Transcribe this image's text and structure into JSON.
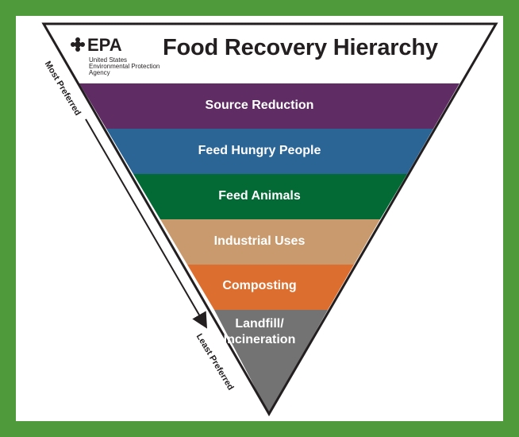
{
  "title": "Food Recovery Hierarchy",
  "logo": {
    "mark": "❀EPA",
    "lines": [
      "United States",
      "Environmental Protection",
      "Agency"
    ]
  },
  "axis": {
    "top": "Most Preferred",
    "bottom": "Least Preferred"
  },
  "tiers": [
    {
      "label": "Source Reduction",
      "color": "#5f2d64"
    },
    {
      "label": "Feed Hungry People",
      "color": "#2b6596"
    },
    {
      "label": "Feed Animals",
      "color": "#036a36"
    },
    {
      "label": "Industrial Uses",
      "color": "#c99a6d"
    },
    {
      "label": "Composting",
      "color": "#dc6e2f"
    },
    {
      "label": "Landfill/ Incineration",
      "line1": "Landfill/",
      "line2": "Incineration",
      "color": "#737373"
    }
  ],
  "colors": {
    "background": "#4f9b3b",
    "outline": "#231f20"
  }
}
